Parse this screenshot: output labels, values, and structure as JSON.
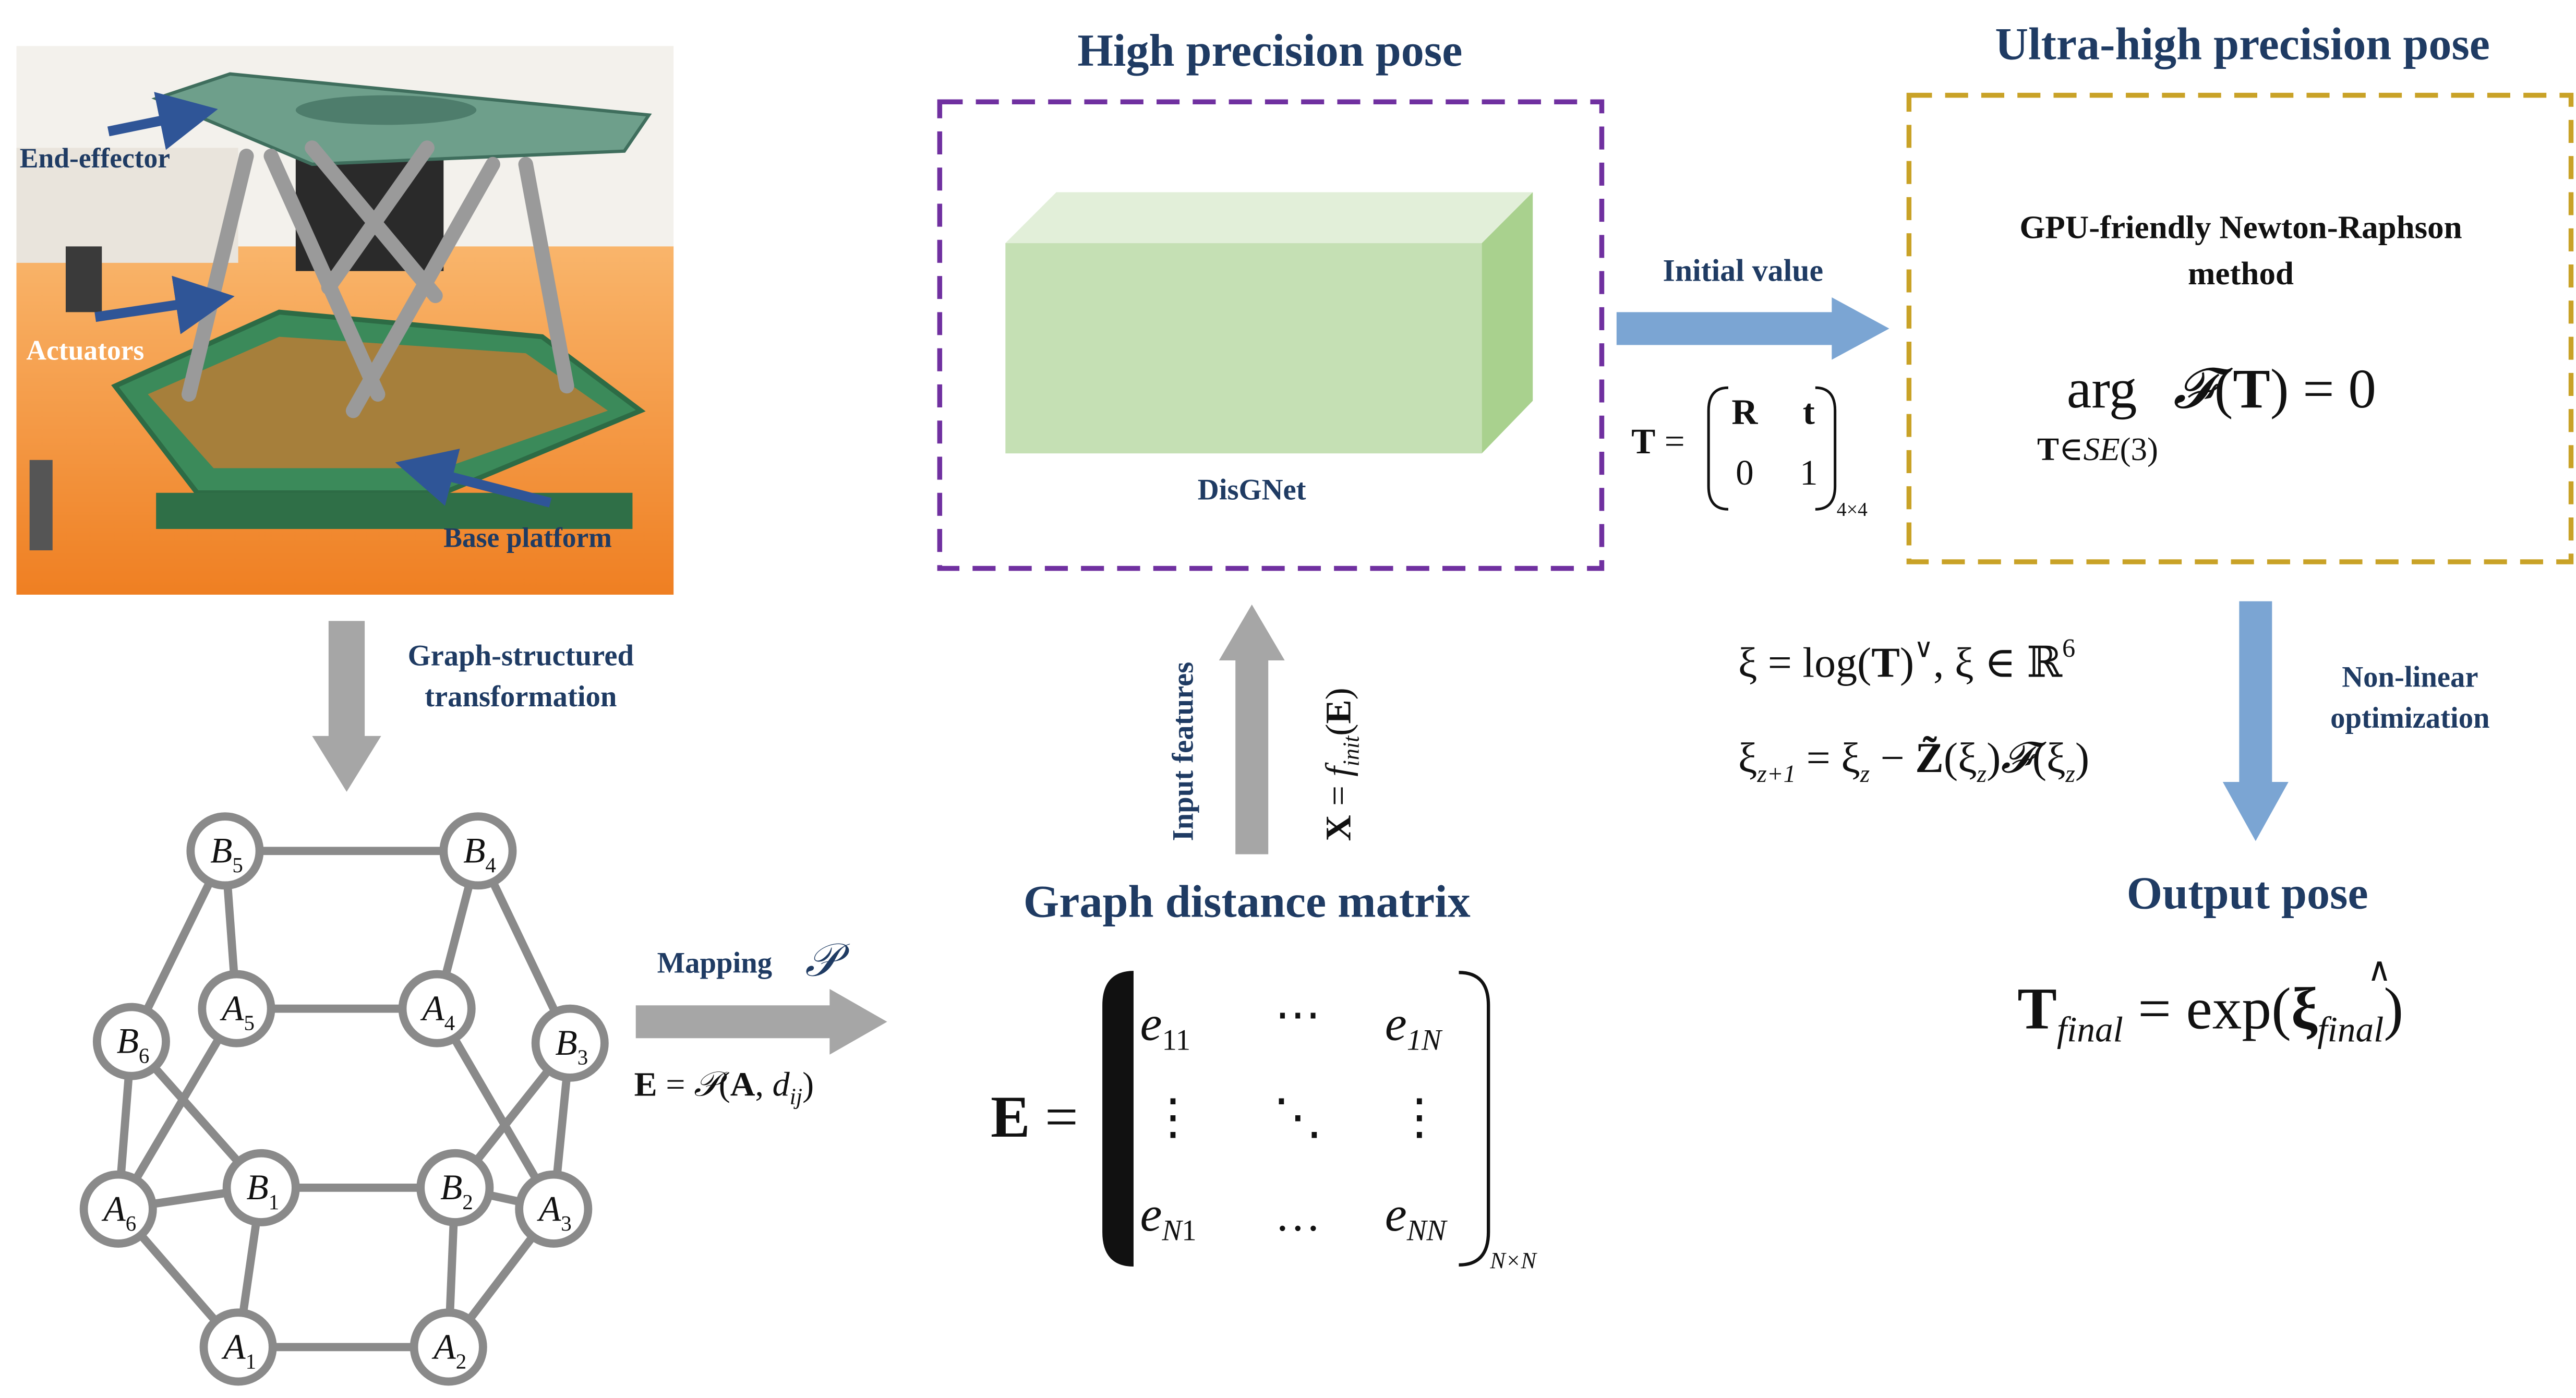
{
  "photo": {
    "labels": {
      "end_effector": "End-effector",
      "actuators": "Actuators",
      "base_platform": "Base platform"
    }
  },
  "graph_transform_label": [
    "Graph-structured",
    "transformation"
  ],
  "graph": {
    "nodes": [
      {
        "id": "B5",
        "base": "B",
        "sub": "5"
      },
      {
        "id": "B4",
        "base": "B",
        "sub": "4"
      },
      {
        "id": "A5",
        "base": "A",
        "sub": "5"
      },
      {
        "id": "A4",
        "base": "A",
        "sub": "4"
      },
      {
        "id": "B6",
        "base": "B",
        "sub": "6"
      },
      {
        "id": "B3",
        "base": "B",
        "sub": "3"
      },
      {
        "id": "A6",
        "base": "A",
        "sub": "6"
      },
      {
        "id": "B1",
        "base": "B",
        "sub": "1"
      },
      {
        "id": "B2",
        "base": "B",
        "sub": "2"
      },
      {
        "id": "A3",
        "base": "A",
        "sub": "3"
      },
      {
        "id": "A1",
        "base": "A",
        "sub": "1"
      },
      {
        "id": "A2",
        "base": "A",
        "sub": "2"
      }
    ],
    "edges": [
      [
        "B5",
        "B4"
      ],
      [
        "B5",
        "A5"
      ],
      [
        "B5",
        "B6"
      ],
      [
        "B4",
        "A4"
      ],
      [
        "B4",
        "B3"
      ],
      [
        "A5",
        "A4"
      ],
      [
        "A5",
        "A6"
      ],
      [
        "A4",
        "A3"
      ],
      [
        "B6",
        "A6"
      ],
      [
        "B6",
        "B1"
      ],
      [
        "B3",
        "A3"
      ],
      [
        "B3",
        "B2"
      ],
      [
        "A6",
        "B1"
      ],
      [
        "A6",
        "A1"
      ],
      [
        "B1",
        "B2"
      ],
      [
        "B1",
        "A1"
      ],
      [
        "B2",
        "A3"
      ],
      [
        "B2",
        "A2"
      ],
      [
        "A3",
        "A2"
      ],
      [
        "A1",
        "A2"
      ]
    ]
  },
  "mapping": {
    "label": "Mapping",
    "symbol": "𝒫",
    "equation": "E = 𝒫(A, dij)"
  },
  "high_precision": {
    "title": "High precision pose",
    "net_label": "DisGNet"
  },
  "input_features": {
    "label": "Input features",
    "equation": "X = finit(E)"
  },
  "distance_matrix": {
    "title": "Graph distance matrix",
    "lhs": "E =",
    "cells": [
      [
        "e11",
        "⋯",
        "e1N"
      ],
      [
        "⋮",
        "⋱",
        "⋮"
      ],
      [
        "eN1",
        "…",
        "eNN"
      ]
    ],
    "size": "N×N"
  },
  "initial_value": {
    "label": "Initial value",
    "matrix_lhs": "T =",
    "cells": [
      [
        "R",
        "t"
      ],
      [
        "0",
        "1"
      ]
    ],
    "size": "4×4"
  },
  "ultra": {
    "title": "Ultra-high precision pose",
    "method": [
      "GPU-friendly Newton-Raphson",
      "method"
    ],
    "equation": "arg 𝓕(T) = 0",
    "under": "T∈SE(3)"
  },
  "xi_equations": [
    "ξ = log(T)∨, ξ ∈ ℝ6",
    "ξz+1 = ξz − Z̃(ξz)𝓕(ξz)"
  ],
  "nonlinear_label": [
    "Non-linear",
    "optimization"
  ],
  "output": {
    "title": "Output pose",
    "equation": "Tfinal = exp(ξ∧final)"
  },
  "colors": {
    "title_navy": "#1f3b63",
    "arrow_gray": "#a6a6a6",
    "arrow_blue": "#7ba5d3",
    "node_gray": "#8a8a8a",
    "purple_box": "#7030a0",
    "gold_box": "#c9a227",
    "green_front": "#c5e0b4",
    "green_top": "#e2efd9",
    "green_side": "#a9d18e",
    "photo_orange": "#f08a2c",
    "label_blue_arrow": "#2f5597"
  }
}
